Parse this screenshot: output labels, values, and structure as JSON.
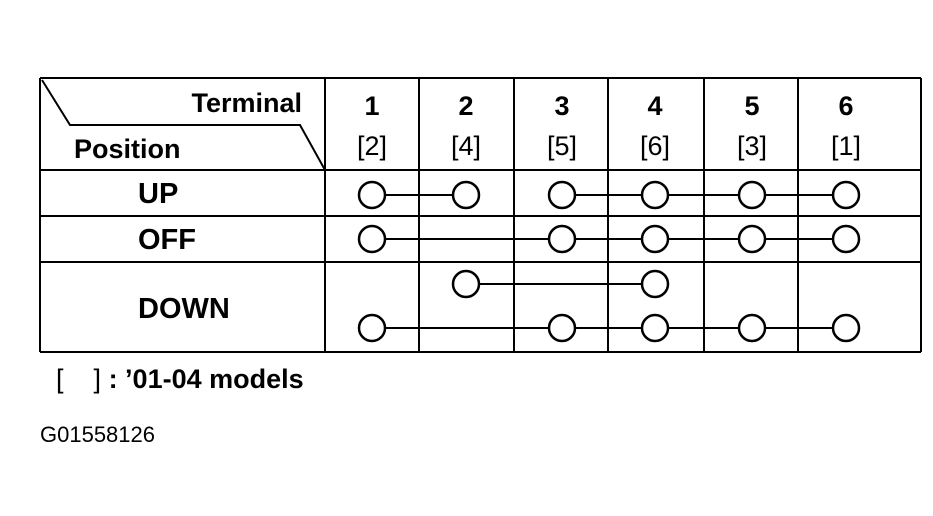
{
  "table": {
    "corner_top": "Terminal",
    "corner_bottom": "Position",
    "columns": [
      {
        "num": "1",
        "alt": "[2]"
      },
      {
        "num": "2",
        "alt": "[4]"
      },
      {
        "num": "3",
        "alt": "[5]"
      },
      {
        "num": "4",
        "alt": "[6]"
      },
      {
        "num": "5",
        "alt": "[3]"
      },
      {
        "num": "6",
        "alt": "[1]"
      }
    ],
    "rows": [
      {
        "label": "UP",
        "connections": [
          [
            1,
            2
          ],
          [
            3,
            4,
            5,
            6
          ]
        ]
      },
      {
        "label": "OFF",
        "connections": [
          [
            1,
            3,
            4,
            5,
            6
          ]
        ]
      },
      {
        "label": "DOWN",
        "connections": [
          [
            2,
            4
          ],
          [
            1,
            3,
            4,
            5,
            6
          ]
        ]
      }
    ]
  },
  "legend": {
    "bracket_open": "[",
    "bracket_close": "]",
    "text": ": ’01-04 models"
  },
  "figure_code": "G01558126"
}
